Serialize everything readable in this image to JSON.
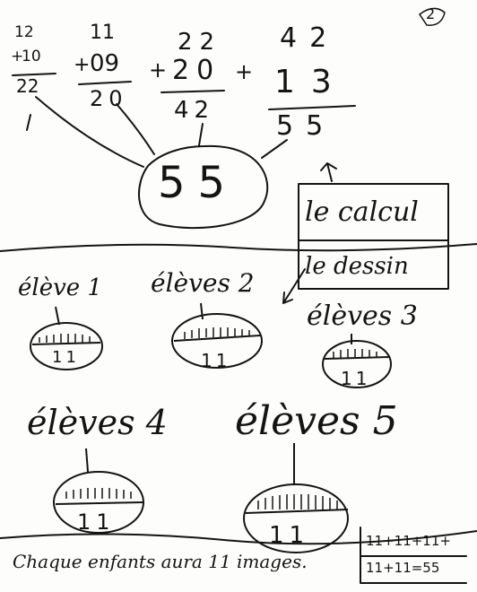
{
  "page_number": "2",
  "additions": [
    {
      "top": "12",
      "op": "+",
      "bottom": "10",
      "result": "22"
    },
    {
      "top": "11",
      "op": "+",
      "bottom": "09",
      "result": "20"
    },
    {
      "top": "22",
      "op": "+",
      "bottom": "20",
      "result": "42"
    },
    {
      "top": "42",
      "op": "+",
      "bottom": "13",
      "result": "55"
    }
  ],
  "plus_signs": [
    "+",
    "+"
  ],
  "total": "55",
  "labels": {
    "calcul": "le calcul",
    "dessin": "le dessin"
  },
  "students": [
    {
      "label": "élève 1",
      "count": "11"
    },
    {
      "label": "élèves 2",
      "count": "11"
    },
    {
      "label": "élèves 3",
      "count": "11"
    },
    {
      "label": "élèves 4",
      "count": "11"
    },
    {
      "label": "élèves 5",
      "count": "11"
    }
  ],
  "conclusion": "Chaque enfants aura 11 images.",
  "check_lines": [
    "11+11+11+",
    "11+11=55"
  ]
}
